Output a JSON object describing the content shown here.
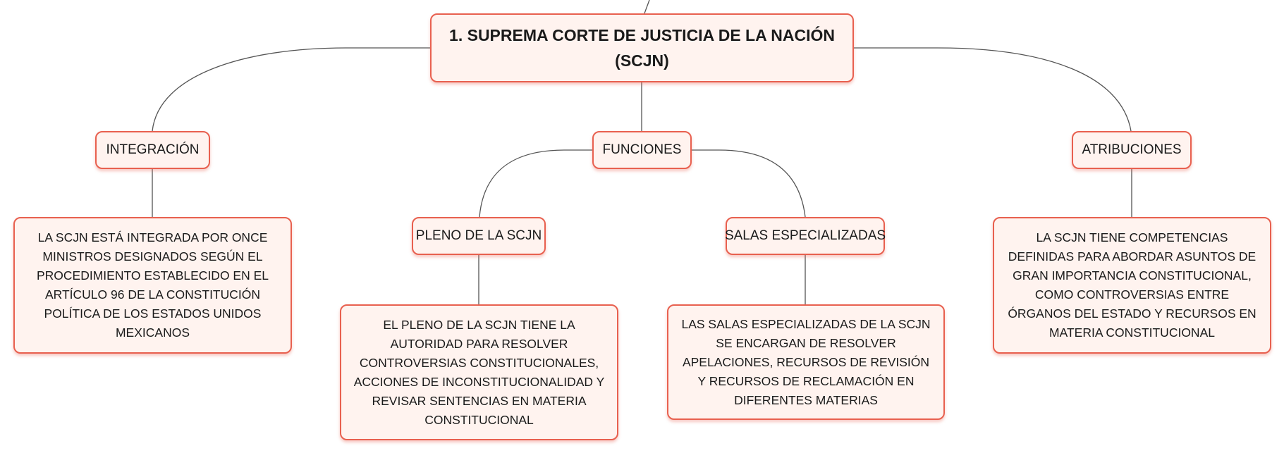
{
  "root": {
    "title_line1": "1. SUPREMA CORTE DE JUSTICIA DE LA NACIÓN",
    "title_line2": "(SCJN)"
  },
  "integracion": {
    "label": "INTEGRACIÓN",
    "description": "LA SCJN ESTÁ INTEGRADA POR ONCE MINISTROS DESIGNADOS SEGÚN EL PROCEDIMIENTO ESTABLECIDO EN EL ARTÍCULO 96 DE LA CONSTITUCIÓN POLÍTICA DE LOS ESTADOS UNIDOS MEXICANOS"
  },
  "funciones": {
    "label": "FUNCIONES",
    "pleno": {
      "label": "PLENO DE LA SCJN",
      "description": "EL PLENO DE LA SCJN TIENE LA AUTORIDAD PARA RESOLVER CONTROVERSIAS CONSTITUCIONALES, ACCIONES DE INCONSTITUCIONALIDAD Y REVISAR SENTENCIAS EN MATERIA CONSTITUCIONAL"
    },
    "salas": {
      "label": "SALAS ESPECIALIZADAS",
      "description": "LAS SALAS ESPECIALIZADAS DE LA SCJN SE ENCARGAN DE RESOLVER APELACIONES, RECURSOS DE REVISIÓN Y RECURSOS DE RECLAMACIÓN EN DIFERENTES MATERIAS"
    }
  },
  "atribuciones": {
    "label": "ATRIBUCIONES",
    "description": "LA SCJN TIENE COMPETENCIAS DEFINIDAS PARA ABORDAR ASUNTOS DE GRAN IMPORTANCIA CONSTITUCIONAL, COMO CONTROVERSIAS ENTRE ÓRGANOS DEL ESTADO Y RECURSOS EN MATERIA CONSTITUCIONAL"
  },
  "colors": {
    "node_border": "#e8604f",
    "node_fill": "#fff3ef",
    "connector": "#555555",
    "text": "#1a1a1a"
  }
}
